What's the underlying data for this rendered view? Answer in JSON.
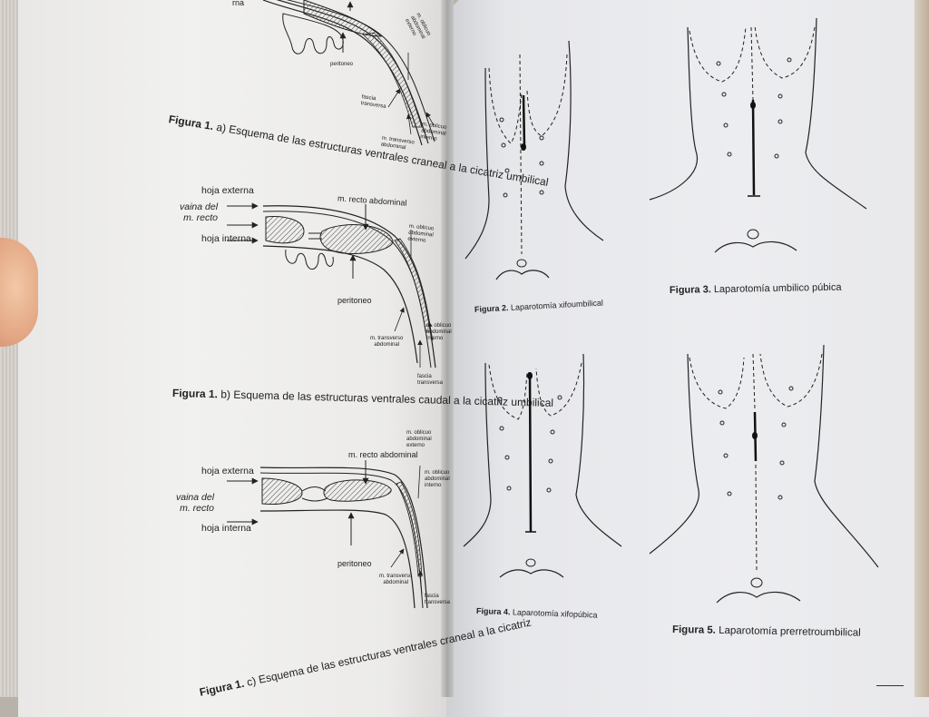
{
  "left_page": {
    "fig1a": {
      "labels": {
        "externa_fragment": "rna",
        "peritoneo": "peritoneo",
        "fascia": "fascia\ntransversa",
        "transverso": "m. transverso\nabdominal",
        "obliquo_externo": "m. oblicuo\nabdominal\nexterno",
        "obliquo_interno": "m. oblicuo\nabdominal\ninterno"
      },
      "caption_label": "Figura 1.",
      "caption_text": " a) Esquema de las estructuras ventrales craneal a la cicatriz umbilical"
    },
    "fig1b": {
      "labels": {
        "hoja_externa": "hoja externa",
        "vaina": "vaina del\nm. recto",
        "hoja_interna": "hoja interna",
        "recto": "m. recto abdominal",
        "obliquo_externo": "m. oblicuo\nabdominal\nexterno",
        "peritoneo": "peritoneo",
        "transverso": "m. transverso\nabdominal",
        "obliquo_interno": "m. oblicuo\nabdominal\ninterno",
        "fascia": "fascia\ntransversa"
      },
      "caption_label": "Figura 1.",
      "caption_text": " b) Esquema de las estructuras ventrales caudal a la cicatriz umbilical"
    },
    "fig1c": {
      "labels": {
        "hoja_externa": "hoja externa",
        "vaina": "vaina del\nm. recto",
        "hoja_interna": "hoja interna",
        "recto": "m. recto abdominal",
        "obliquo_externo": "m. oblicuo\nabdominal\nexterno",
        "obliquo_interno": "m. oblicuo\nabdominal\ninterno",
        "peritoneo": "peritoneo",
        "transverso": "m. transverso\nabdominal",
        "fascia": "fascia\ntransversa"
      },
      "caption_label": "Figura 1.",
      "caption_text": " c) Esquema de las estructuras ventrales craneal a la cicatriz"
    }
  },
  "right_page": {
    "fig2": {
      "caption_label": "Figura 2.",
      "caption_text": " Laparotomía xifoumbilical"
    },
    "fig3": {
      "caption_label": "Figura 3.",
      "caption_text": " Laparotomía umbilico púbica"
    },
    "fig4": {
      "caption_label": "Figura 4.",
      "caption_text": " Laparotomía xifopúbica"
    },
    "fig5": {
      "caption_label": "Figura 5.",
      "caption_text": " Laparotomía prerretroumbilical"
    }
  },
  "colors": {
    "ink": "#222222",
    "hatch": "#555555",
    "page": "#eeeeec"
  }
}
